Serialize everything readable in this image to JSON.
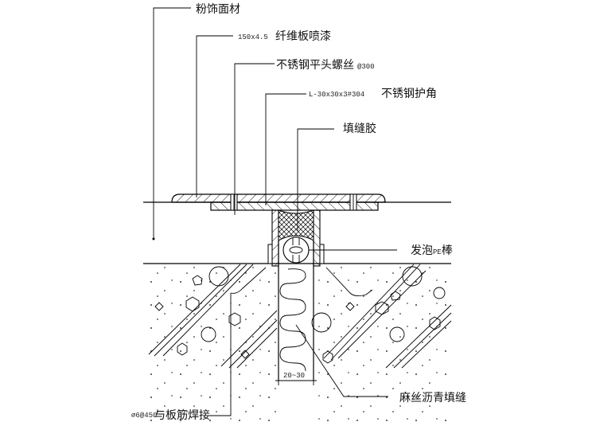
{
  "drawing": {
    "type": "construction joint detail (section)",
    "labels": {
      "finish_material": "粉饰面材",
      "fiber_board_spec": "150x4.5",
      "fiber_board": "纤维板喷漆",
      "screw": "不锈钢平头螺丝",
      "screw_spacing": "@300",
      "angle_spec": "L-30x30x3#304",
      "angle_guard": "不锈钢护角",
      "sealant": "填缝胶",
      "foam_rod_prefix": "发泡",
      "foam_rod_pe": "PE",
      "foam_rod_suffix": "棒",
      "joint_width": "20~30",
      "hemp_asphalt": "麻丝沥青填缝",
      "rebar_spec": "⌀6@450",
      "rebar_weld": "与板筋焊接"
    },
    "colors": {
      "line": "#000000",
      "background": "#ffffff"
    }
  }
}
